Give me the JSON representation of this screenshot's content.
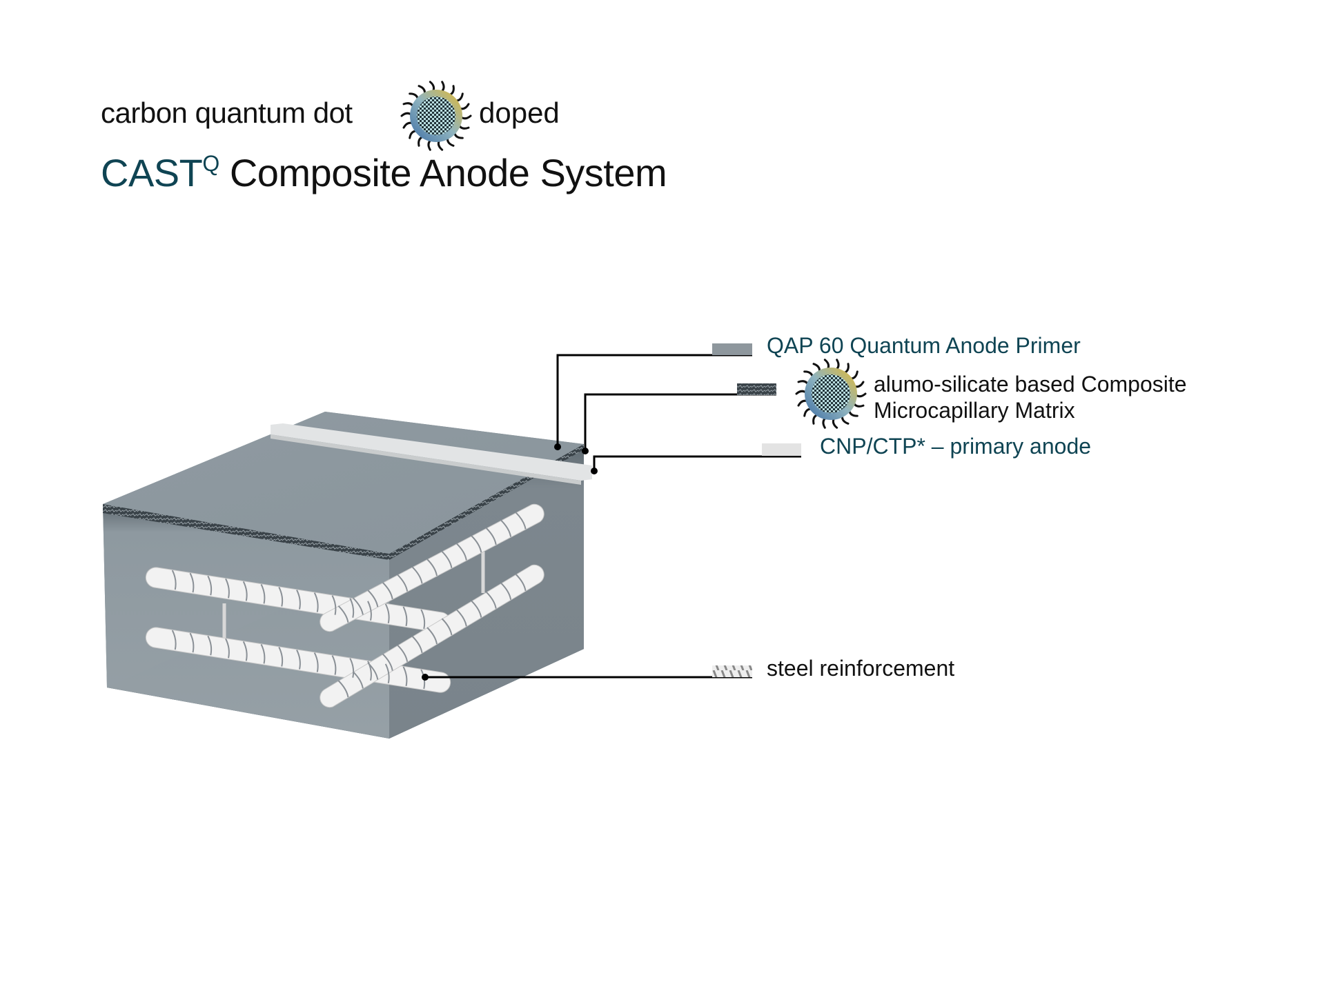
{
  "header": {
    "subtitle_prefix": "carbon quantum dot",
    "subtitle_suffix": "doped",
    "brand": "CAST",
    "brand_superscript": "Q",
    "title_rest": "Composite Anode System"
  },
  "legend": [
    {
      "id": "primer",
      "label": "QAP 60 Quantum Anode Primer",
      "icon": "gray-swatch-icon"
    },
    {
      "id": "matrix",
      "label_line1": "alumo-silicate based Composite",
      "label_line2": "Microcapillary Matrix",
      "icon": "textured-swatch-icon"
    },
    {
      "id": "anode",
      "label": "CNP/CTP* – primary anode",
      "icon": "light-gray-swatch-icon"
    },
    {
      "id": "steel",
      "label": "steel reinforcement",
      "icon": "hatched-swatch-icon"
    }
  ],
  "colors": {
    "brand_teal": "#0f4453",
    "concrete": "#8c979e",
    "concrete_dark": "#6f7a81",
    "anode_strip": "#e2e4e5",
    "rebar": "#f2f2f2",
    "dot_blue": "#4a7fb0",
    "dot_yellow": "#e0b73a"
  }
}
